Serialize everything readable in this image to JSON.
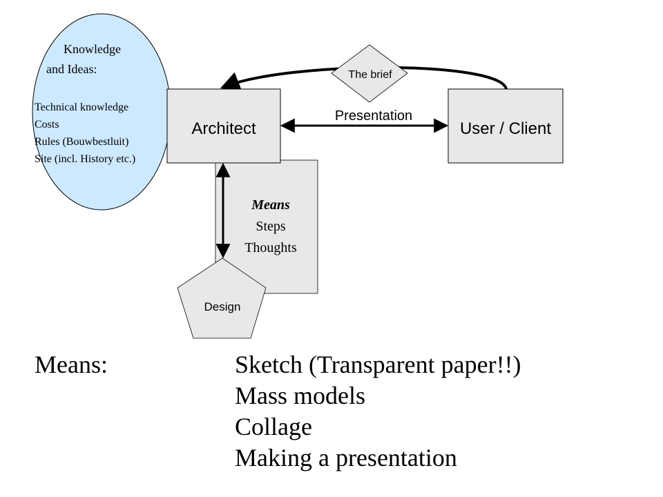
{
  "knowledge": {
    "title_line1": "Knowledge",
    "title_line2": "and Ideas:",
    "items": [
      "Technical knowledge",
      "Costs",
      "Rules (Bouwbestluit)",
      "Site (incl. History etc.)"
    ]
  },
  "brief_label": "The brief",
  "architect_label": "Architect",
  "client_label": "User / Client",
  "presentation_label": "Presentation",
  "means_box": {
    "title": "Means",
    "line2": "Steps",
    "line3": "Thoughts"
  },
  "design_label": "Design",
  "bottom": {
    "heading": "Means:",
    "items": [
      "Sketch (Transparent paper!!)",
      "Mass models",
      "Collage",
      "Making a presentation"
    ]
  },
  "colors": {
    "ellipse_fill": "#cce9ff",
    "box_fill": "#e8e8e8",
    "stroke": "#000000"
  }
}
